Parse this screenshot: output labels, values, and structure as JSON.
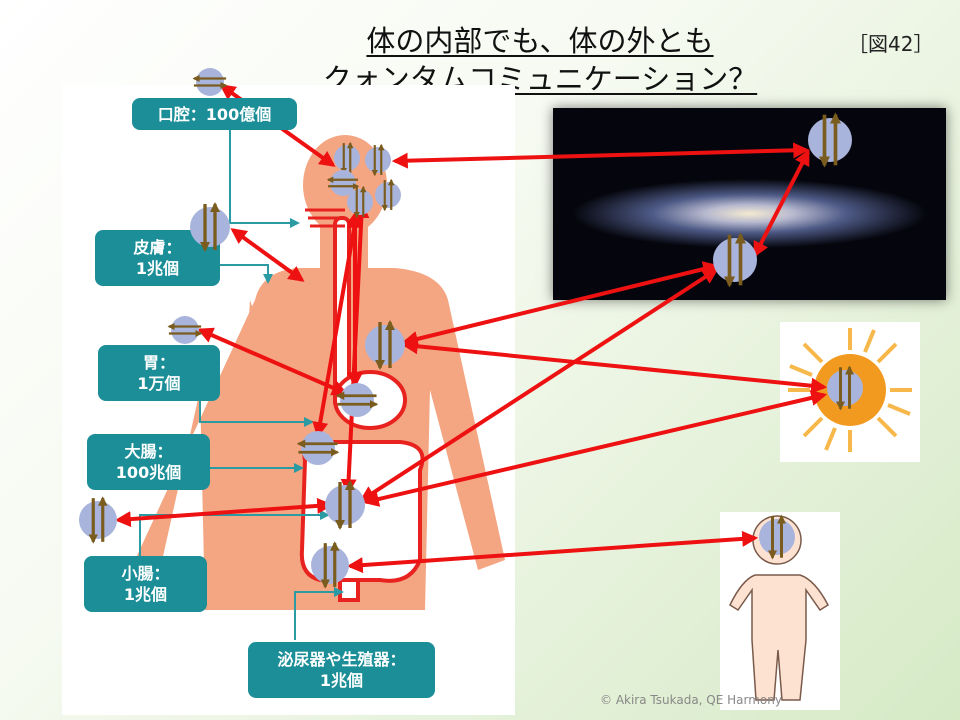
{
  "title": {
    "line1": "体の内部でも、体の外とも",
    "line2": "クォンタムコミュニケーション？"
  },
  "figure_label": "［図42］",
  "labels": {
    "oral": "口腔：100億個",
    "skin": [
      "皮膚：",
      "1兆個"
    ],
    "stomach": [
      "胃：",
      "1万個"
    ],
    "large_intestine": [
      "大腸：",
      "100兆個"
    ],
    "small_intestine": [
      "小腸：",
      "1兆個"
    ],
    "urogenital": [
      "泌尿器や生殖器：",
      "1兆個"
    ]
  },
  "copyright": "© Akira Tsukada,  QE Harmony",
  "colors": {
    "arrow": "#ee1111",
    "spin": "#a9b4dc",
    "spin_arrow": "#7a5c1e",
    "label_bg": "#1b8e98",
    "body": "#f4a582"
  }
}
